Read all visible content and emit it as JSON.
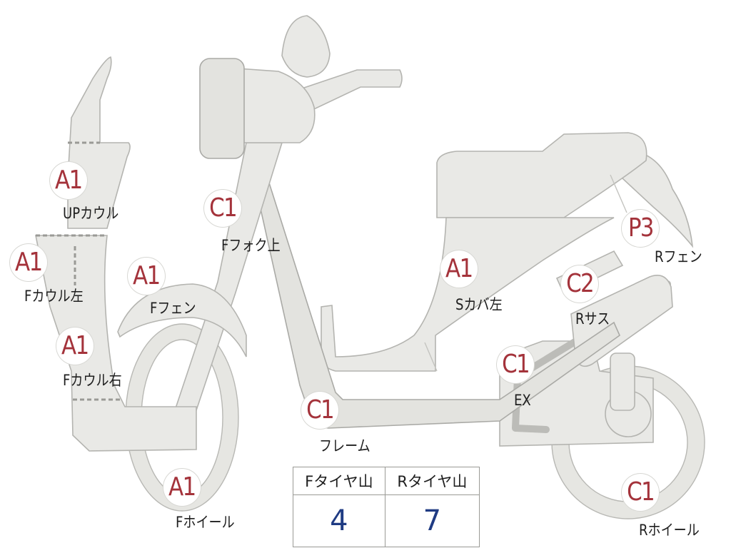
{
  "parts": [
    {
      "code": "A1",
      "label": "UPカウル"
    },
    {
      "code": "A1",
      "label": "Fカウル左"
    },
    {
      "code": "A1",
      "label": "Fカウル右"
    },
    {
      "code": "A1",
      "label": "Fフェン"
    },
    {
      "code": "C1",
      "label": "Fフォク上"
    },
    {
      "code": "A1",
      "label": "Fホイール"
    },
    {
      "code": "C1",
      "label": "フレーム"
    },
    {
      "code": "A1",
      "label": "Sカバ左"
    },
    {
      "code": "C1",
      "label": "EX"
    },
    {
      "code": "C2",
      "label": "Rサス"
    },
    {
      "code": "P3",
      "label": "Rフェン"
    },
    {
      "code": "C1",
      "label": "Rホイール"
    }
  ],
  "tire_tread": {
    "front_label": "Fタイヤ山",
    "rear_label": "Rタイヤ山",
    "front_value": "4",
    "rear_value": "7"
  },
  "colors": {
    "part_fill": "#e9e9e6",
    "part_outline": "#b4b4b0",
    "grade_code": "#a4333b",
    "tread_value": "#1f3b83"
  }
}
